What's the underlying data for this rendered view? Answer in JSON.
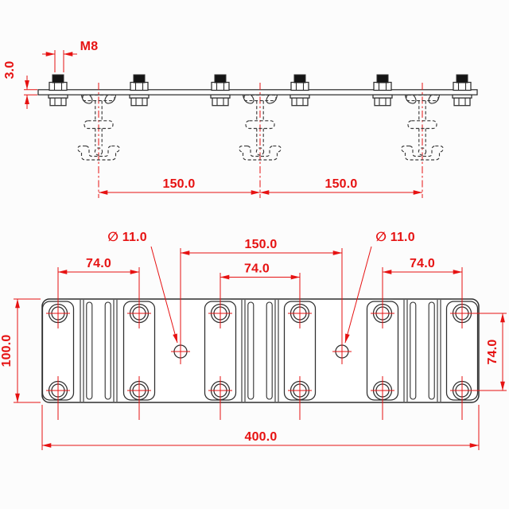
{
  "colors": {
    "dimension_red": "#e61212",
    "line_dark": "#2e2e2e",
    "background": "#fcfcfc",
    "bolt_head_fill": "#151515"
  },
  "top_view": {
    "labels": {
      "bolt_thread": "M8",
      "plate_thickness": "3.0",
      "profile_spacing_left": "150.0",
      "profile_spacing_right": "150.0"
    }
  },
  "bottom_view": {
    "labels": {
      "hole_dia_left": "∅ 11.0",
      "hole_dia_right": "∅ 11.0",
      "center_hole_spacing": "150.0",
      "hole_pitch_left": "74.0",
      "hole_pitch_middle": "74.0",
      "hole_pitch_right": "74.0",
      "plate_height": "100.0",
      "hole_pitch_vertical": "74.0",
      "plate_length": "400.0"
    }
  }
}
